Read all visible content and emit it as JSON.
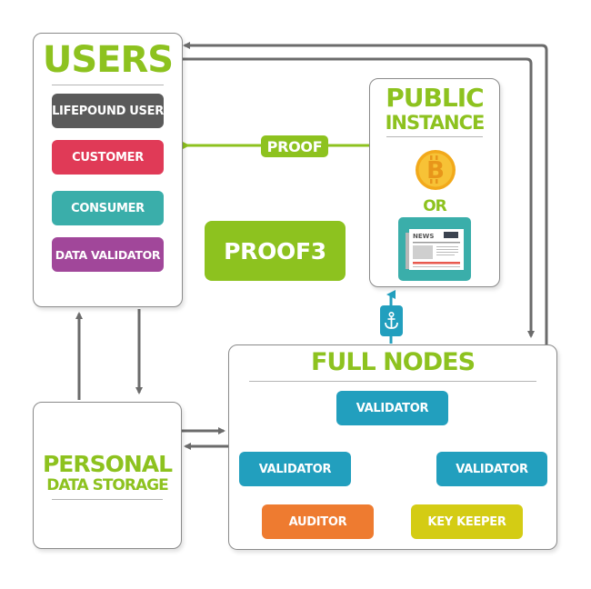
{
  "users": {
    "title": "USERS",
    "roles": [
      {
        "label": "LIFEPOUND USER",
        "color": "#5a5a5a"
      },
      {
        "label": "CUSTOMER",
        "color": "#e03a57"
      },
      {
        "label": "CONSUMER",
        "color": "#3aaeaa"
      },
      {
        "label": "DATA VALIDATOR",
        "color": "#a1479a"
      }
    ]
  },
  "proof_link": {
    "label": "PROOF"
  },
  "proof3": {
    "label": "PROOF3"
  },
  "public_instance": {
    "title_line1": "PUBLIC",
    "title_line2": "INSTANCE",
    "or_label": "OR",
    "bitcoin_icon": "bitcoin-coin",
    "news_icon": "newspaper",
    "news_text": "NEWS"
  },
  "anchor": {
    "icon": "anchor"
  },
  "full_nodes": {
    "title": "FULL NODES",
    "nodes": {
      "top_validator": "VALIDATOR",
      "left_validator": "VALIDATOR",
      "right_validator": "VALIDATOR",
      "auditor": "AUDITOR",
      "key_keeper": "KEY KEEPER"
    }
  },
  "personal_storage": {
    "title_line1": "PERSONAL",
    "title_line2": "DATA STORAGE"
  },
  "colors": {
    "green": "#8dc21f",
    "validator": "#229fbe",
    "auditor": "#ee7b30",
    "key_keeper": "#d4cc14",
    "arrow": "#6b6b6b"
  }
}
